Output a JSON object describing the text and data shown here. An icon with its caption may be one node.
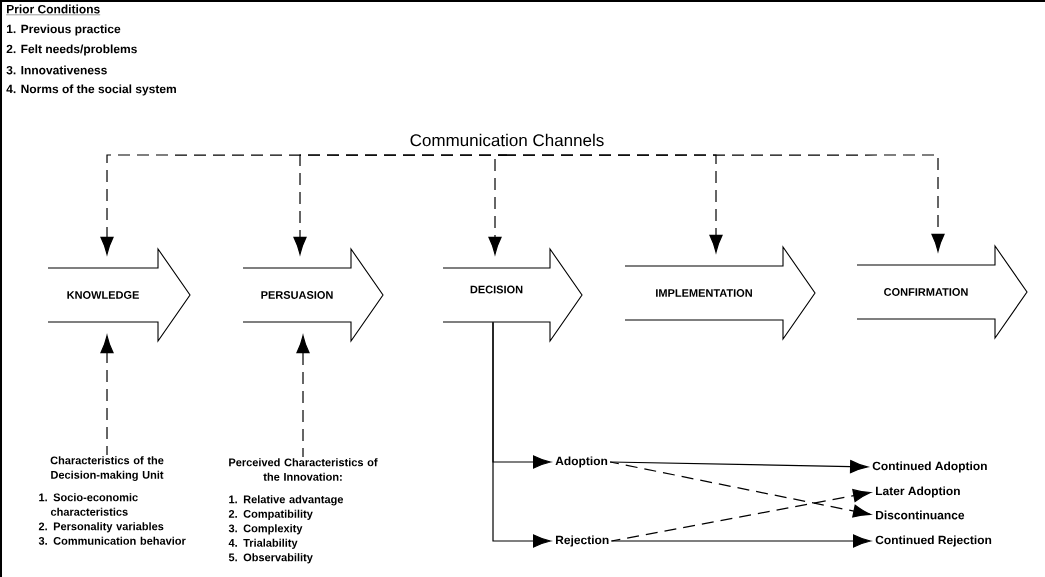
{
  "diagram": {
    "nodes": [
      {
        "text": [
          "Communication Channels"
        ]
      },
      {
        "text": [
          "KNOWLEDGE"
        ]
      },
      {
        "text": [
          "PERSUASION"
        ]
      },
      {
        "text": [
          "DECISION"
        ]
      },
      {
        "text": [
          "IMPLEMENTATION"
        ]
      },
      {
        "text": [
          "CONFIRMATION"
        ]
      },
      {
        "text": [
          "Characteristics of the Decision-making Unit",
          "1. Socio-economic characteristics",
          "2. Personality variables",
          "3. Communication behavior"
        ]
      },
      {
        "text": [
          "Perceived Characteristics of the Innovation:",
          "1. Relative advantage",
          "2. Compatibility",
          "3. Complexity",
          "4. Trialability",
          "5. Observability"
        ]
      },
      {
        "text": [
          "Adoption"
        ]
      },
      {
        "text": [
          "Rejection"
        ]
      },
      {
        "text": [
          "Continued Adoption"
        ]
      },
      {
        "text": [
          "Later Adoption"
        ]
      },
      {
        "text": [
          "Discontinuance"
        ]
      },
      {
        "text": [
          "Continued Rejection"
        ]
      }
    ],
    "edges": [
      {
        "from": 0,
        "to": 1,
        "arrow": "to",
        "style": "dashed"
      },
      {
        "from": 0,
        "to": 2,
        "arrow": "to",
        "style": "dashed"
      },
      {
        "from": 0,
        "to": 3,
        "arrow": "to",
        "style": "dashed"
      },
      {
        "from": 0,
        "to": 4,
        "arrow": "to",
        "style": "dashed"
      },
      {
        "from": 0,
        "to": 5,
        "arrow": "to",
        "style": "dashed"
      },
      {
        "from": 6,
        "to": 1,
        "arrow": "to",
        "style": "dashed"
      },
      {
        "from": 7,
        "to": 2,
        "arrow": "to",
        "style": "dashed"
      },
      {
        "from": 3,
        "to": 8,
        "arrow": "to"
      },
      {
        "from": 3,
        "to": 9,
        "arrow": "to"
      },
      {
        "from": 8,
        "to": 10,
        "arrow": "to"
      },
      {
        "from": 8,
        "to": 12,
        "arrow": "to",
        "style": "dashed"
      },
      {
        "from": 9,
        "to": 11,
        "arrow": "to",
        "style": "dashed"
      },
      {
        "from": 9,
        "to": 13,
        "arrow": "to"
      }
    ],
    "labels": [
      "Prior Conditions",
      "1. Previous practice",
      "2. Felt needs/problems",
      "3. Innovativeness",
      "4. Norms of the social system"
    ]
  }
}
